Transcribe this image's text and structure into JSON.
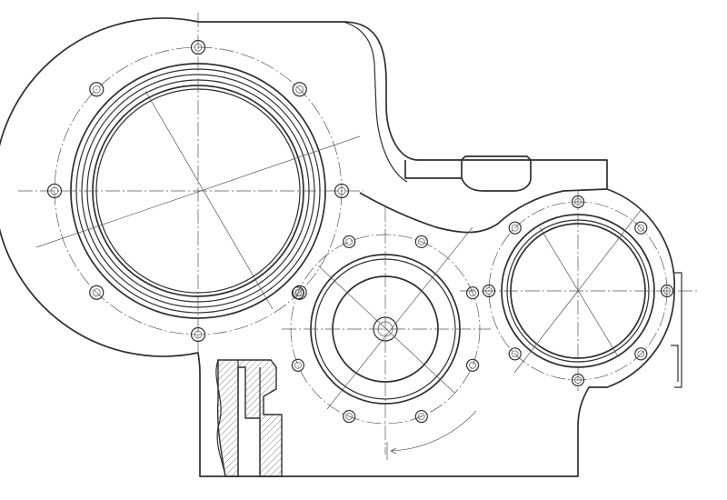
{
  "drawing": {
    "kind": "mechanical-drawing",
    "subject": "gearbox-housing",
    "line_color": "#2f2f2f",
    "center_line_color": "#555555",
    "background": "#ffffff",
    "bearing_bores": [
      {
        "id": "large-bore",
        "bolt_holes": 8
      },
      {
        "id": "middle-bore",
        "bolt_holes": 8
      },
      {
        "id": "right-bore",
        "bolt_holes": 8
      }
    ]
  }
}
